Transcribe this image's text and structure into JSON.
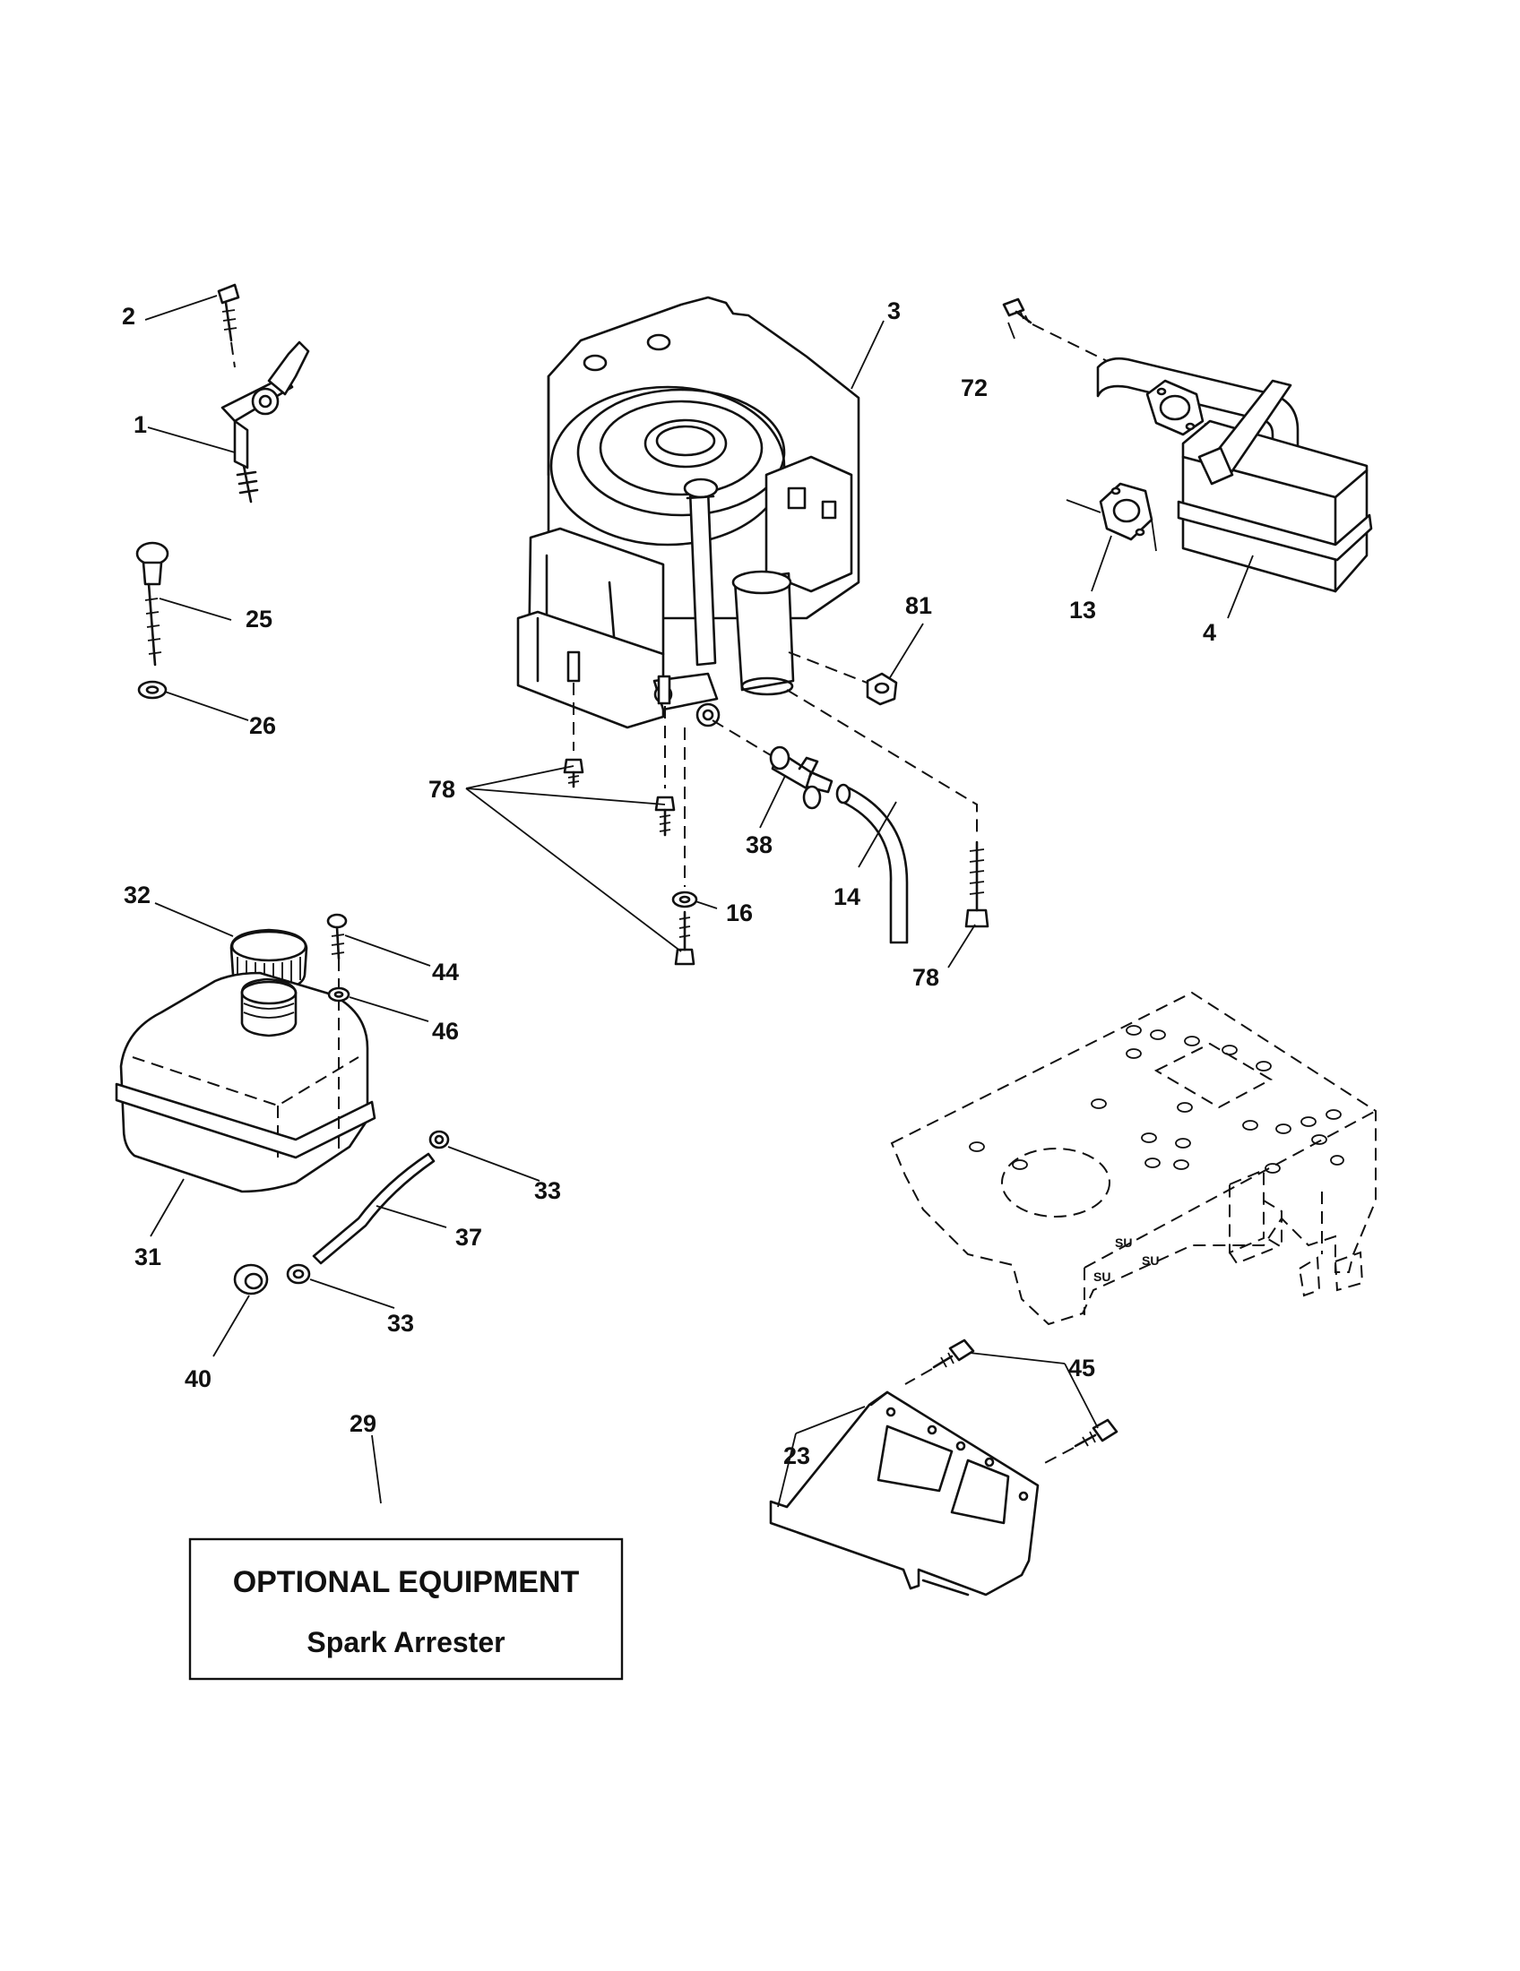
{
  "labels": {
    "p1": "1",
    "p2": "2",
    "p3": "3",
    "p4": "4",
    "p13": "13",
    "p14": "14",
    "p16": "16",
    "p23": "23",
    "p25": "25",
    "p26": "26",
    "p29": "29",
    "p31": "31",
    "p32": "32",
    "p33a": "33",
    "p33b": "33",
    "p37": "37",
    "p38": "38",
    "p40": "40",
    "p44": "44",
    "p45": "45",
    "p46": "46",
    "p72": "72",
    "p78a": "78",
    "p78b": "78",
    "p81": "81"
  },
  "optional_box": {
    "title": "OPTIONAL EQUIPMENT",
    "subtitle": "Spark Arrester"
  }
}
